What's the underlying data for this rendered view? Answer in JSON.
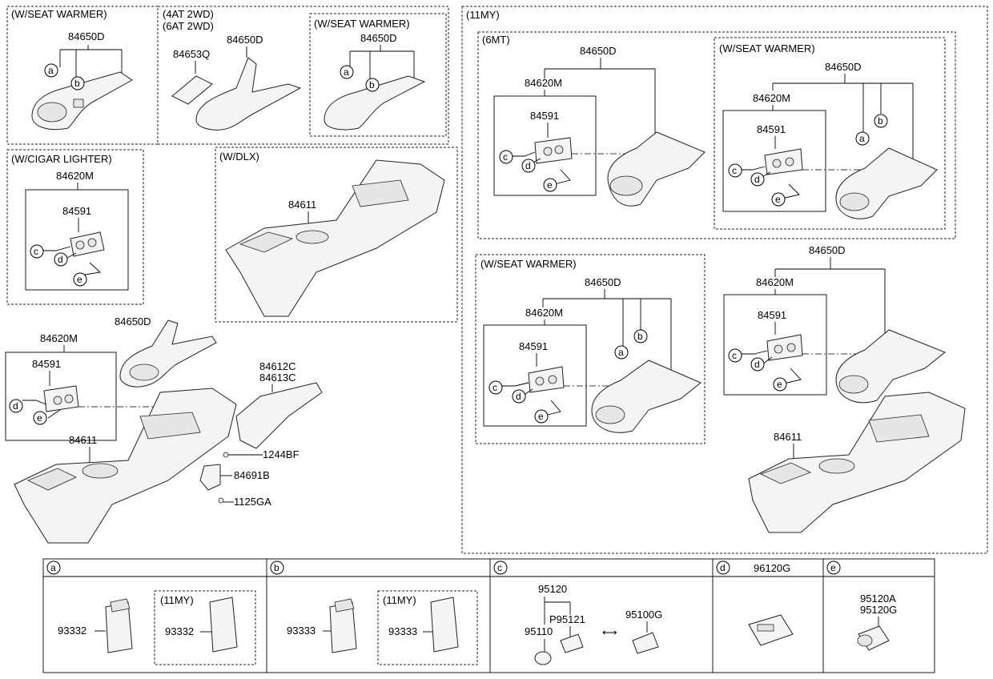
{
  "panels": {
    "seat_warmer_1": {
      "title": "(W/SEAT WARMER)",
      "part": "84650D",
      "a": "a",
      "b": "b"
    },
    "at2wd": {
      "title1": "(4AT 2WD)",
      "title2": "(6AT 2WD)",
      "part1": "84650D",
      "part2": "84653Q"
    },
    "seat_warmer_2": {
      "title": "(W/SEAT WARMER)",
      "part": "84650D",
      "a": "a",
      "b": "b"
    },
    "cigar": {
      "title": "(W/CIGAR LIGHTER)",
      "box": "84620M",
      "switch": "84591",
      "c": "c",
      "d": "d",
      "e": "e"
    },
    "dlx": {
      "title": "(W/DLX)",
      "part": "84611"
    },
    "main": {
      "trim": "84650D",
      "box": "84620M",
      "switch": "84591",
      "d": "d",
      "e": "e",
      "console": "84611",
      "panel1": "84612C",
      "panel2": "84613C",
      "screw1": "1244BF",
      "bracket": "84691B",
      "screw2": "1125GA"
    },
    "my11": {
      "title": "(11MY)",
      "mt": {
        "title": "(6MT)",
        "trim": "84650D",
        "box": "84620M",
        "switch": "84591",
        "c": "c",
        "d": "d",
        "e": "e"
      },
      "sw_top": {
        "title": "(W/SEAT WARMER)",
        "trim": "84650D",
        "box": "84620M",
        "switch": "84591",
        "a": "a",
        "b": "b",
        "c": "c",
        "d": "d",
        "e": "e"
      },
      "sw_bottom": {
        "title": "(W/SEAT WARMER)",
        "trim": "84650D",
        "box": "84620M",
        "switch": "84591",
        "a": "a",
        "b": "b",
        "c": "c",
        "d": "d",
        "e": "e"
      },
      "plain": {
        "trim": "84650D",
        "box": "84620M",
        "switch": "84591",
        "c": "c",
        "d": "d",
        "e": "e",
        "console": "84611"
      }
    }
  },
  "legend": {
    "a": {
      "key": "a",
      "part": "93332",
      "sub_title": "(11MY)",
      "sub_part": "93332"
    },
    "b": {
      "key": "b",
      "part": "93333",
      "sub_title": "(11MY)",
      "sub_part": "93333"
    },
    "c": {
      "key": "c",
      "part_top": "95120",
      "part_mid": "P95121",
      "part_left": "95110",
      "part_right": "95100G"
    },
    "d": {
      "key": "d",
      "part": "96120G"
    },
    "e": {
      "key": "e",
      "part1": "95120A",
      "part2": "95120G"
    }
  }
}
